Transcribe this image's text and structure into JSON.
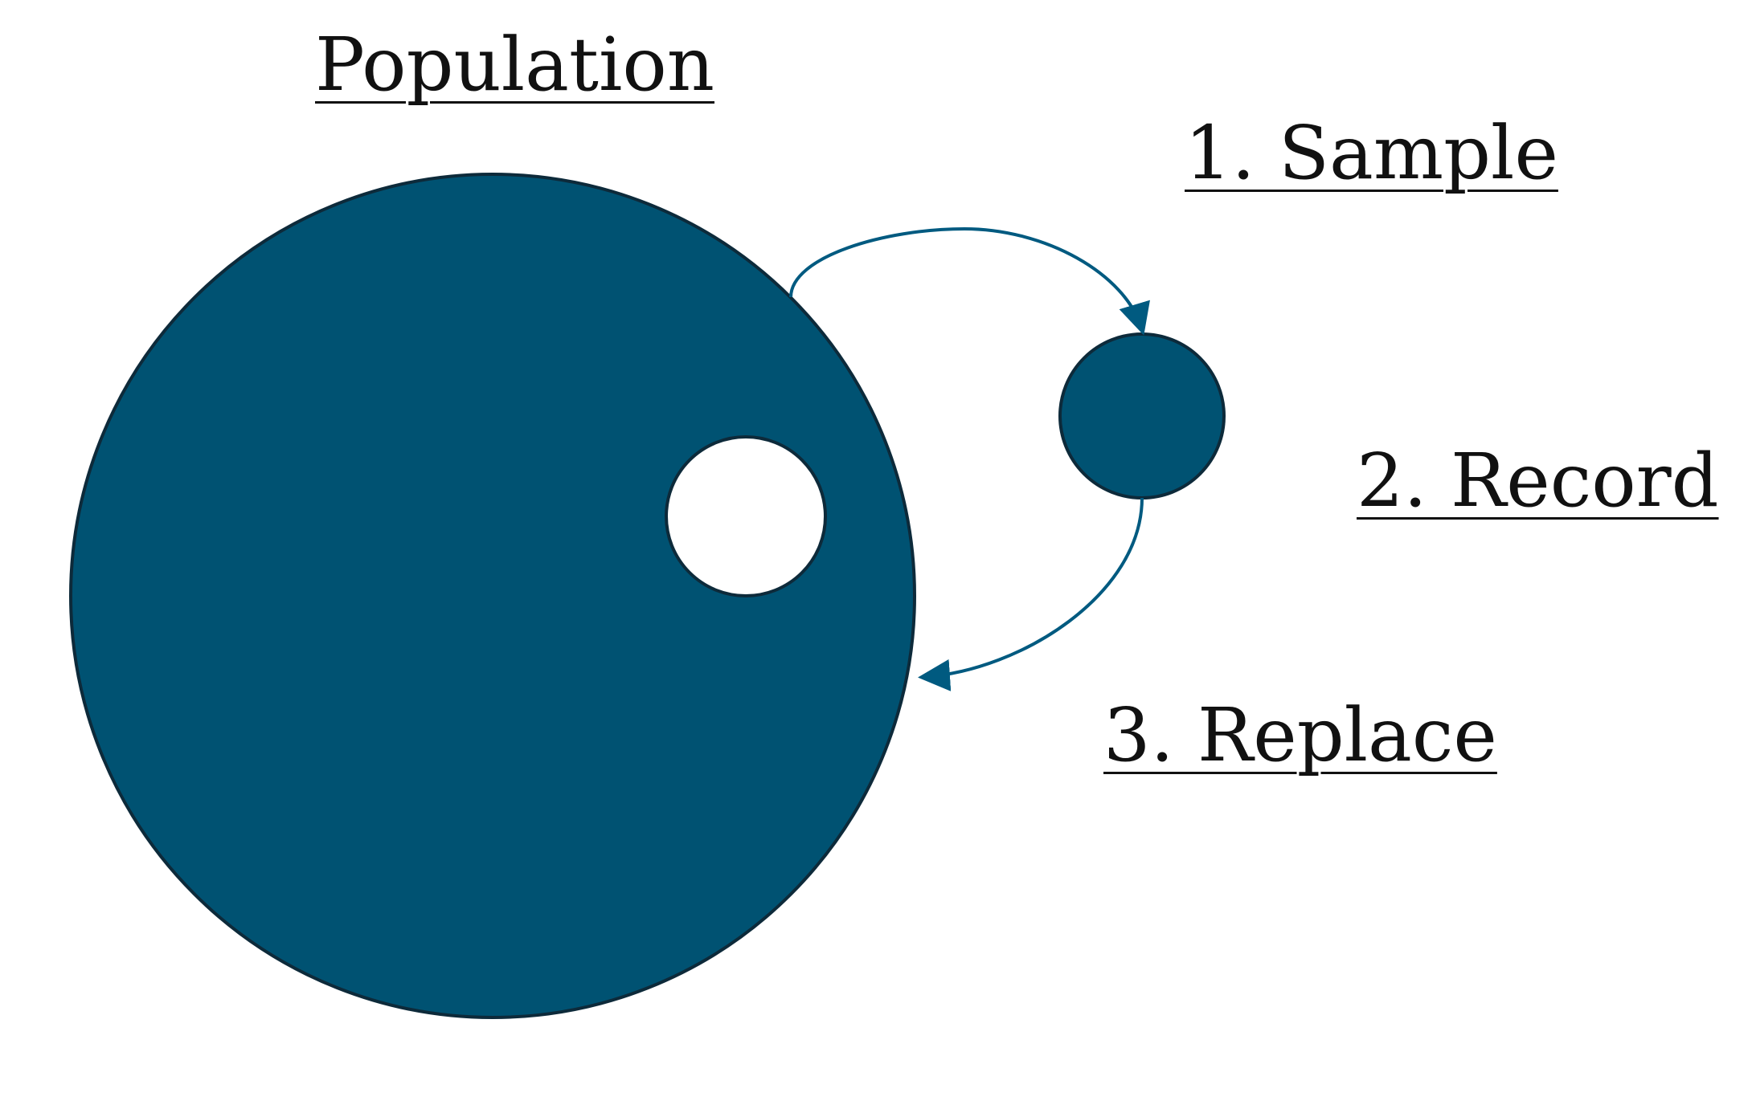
{
  "diagram": {
    "labels": {
      "population": "Population",
      "sample": "1. Sample",
      "record": "2. Record",
      "replace": "3. Replace"
    },
    "colors": {
      "fill": "#005272",
      "outline": "#0d2a3a",
      "arrow": "#005a80",
      "hole": "#ffffff"
    }
  }
}
